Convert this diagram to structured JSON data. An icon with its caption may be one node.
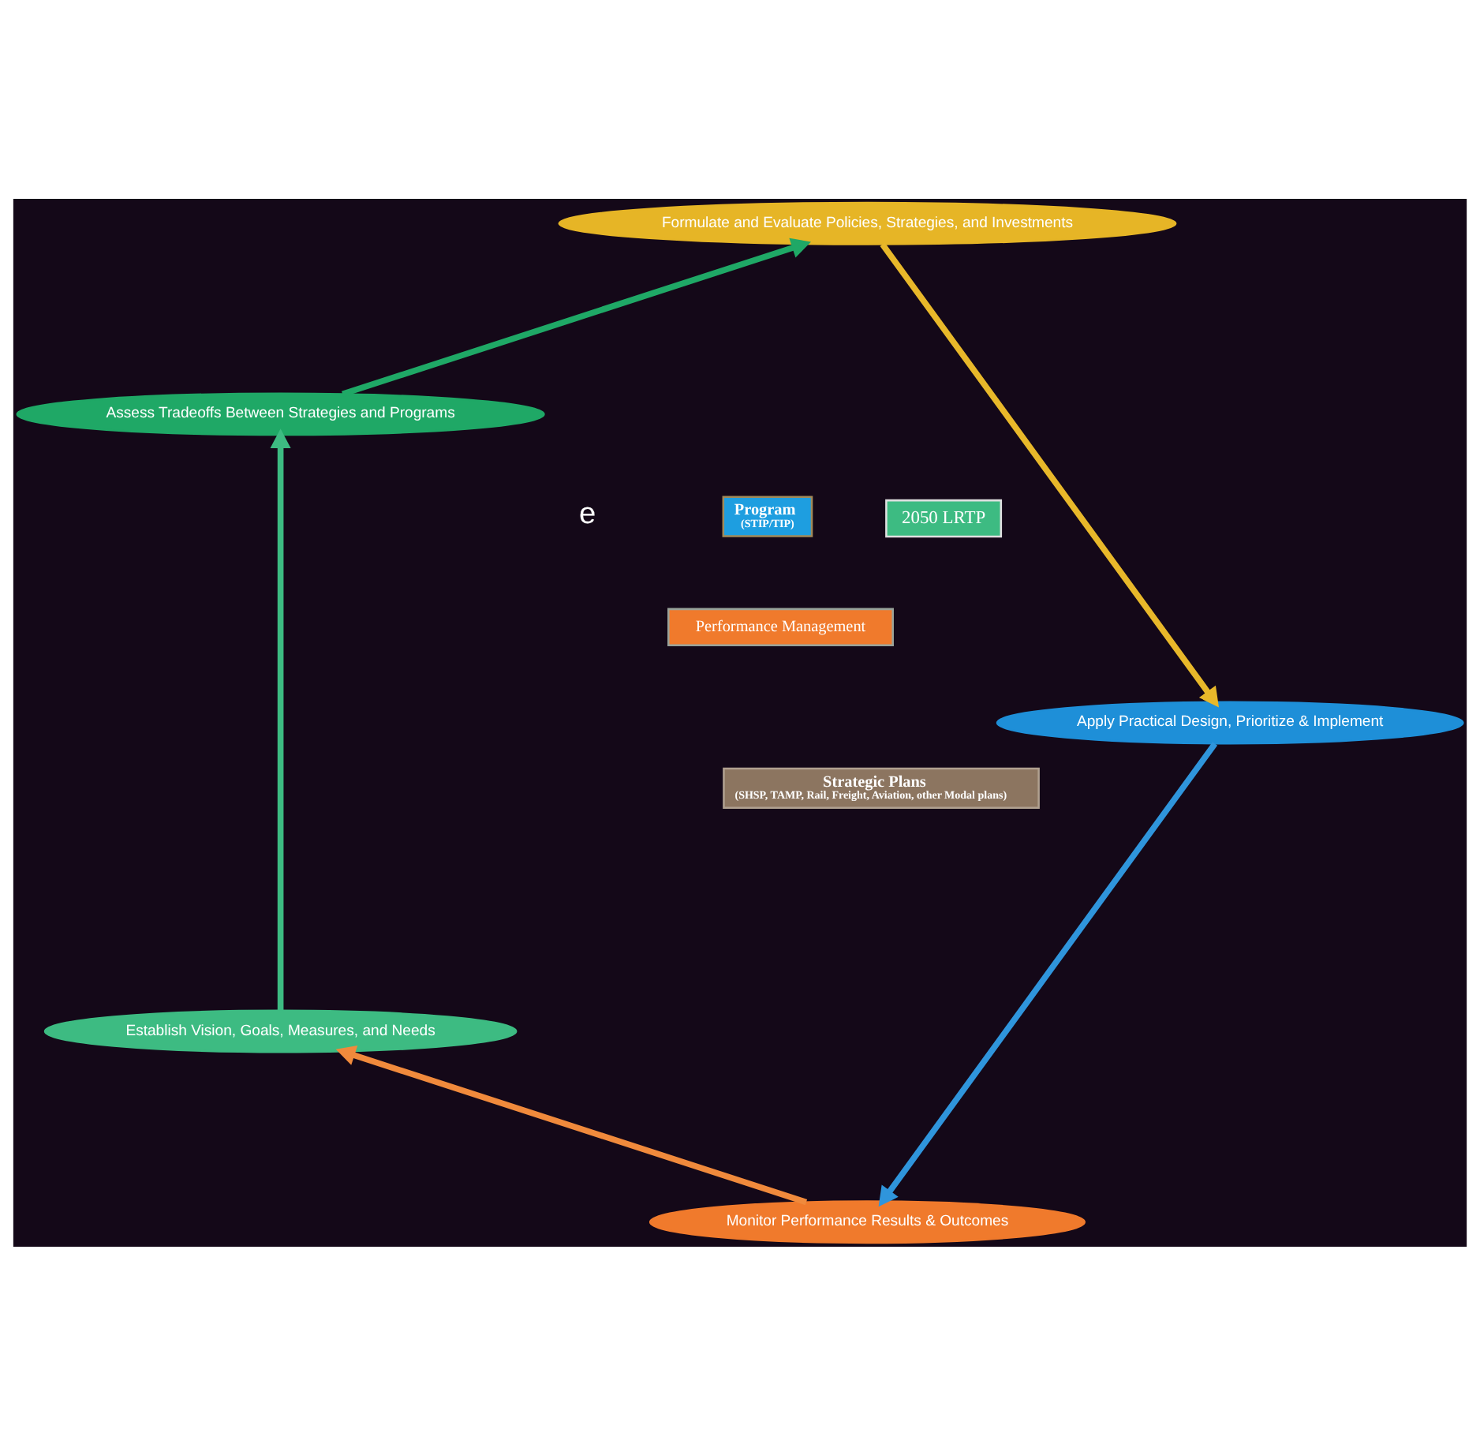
{
  "diagram": {
    "nodes": [
      {
        "text": [
          "Performance Management"
        ]
      },
      {
        "text": [
          "2050 LRTP"
        ]
      },
      {
        "text": [
          "Monitor Performance Results & Outcomes"
        ]
      },
      {
        "text": [
          "Establish Vision, Goals, Measures, and Needs"
        ]
      },
      {
        "text": [
          "Apply Practical Design, Prioritize & Implement"
        ]
      },
      {
        "text": [
          "Assess Tradeoffs Between Strategies and Programs"
        ]
      },
      {
        "text": [
          "Formulate and Evaluate Policies, Strategies, and Investments"
        ]
      },
      {
        "text": [
          "Program",
          "(STIP/TIP)"
        ]
      },
      {
        "text": [
          "Strategic Plans",
          "(SHSP, TAMP, Rail, Freight, Aviation, other Modal plans)"
        ]
      }
    ],
    "edges": [
      {
        "from": 2,
        "to": 3,
        "arrow": "to",
        "color": "#f08a3c"
      },
      {
        "from": 3,
        "to": 5,
        "arrow": "to",
        "color": "#3dbb82"
      },
      {
        "from": 5,
        "to": 6,
        "arrow": "to",
        "color": "#1fa866"
      },
      {
        "from": 6,
        "to": 4,
        "arrow": "to",
        "color": "#e8b82a"
      },
      {
        "from": 4,
        "to": 2,
        "arrow": "to",
        "color": "#2f95dc"
      }
    ],
    "labels": [
      "e"
    ]
  }
}
